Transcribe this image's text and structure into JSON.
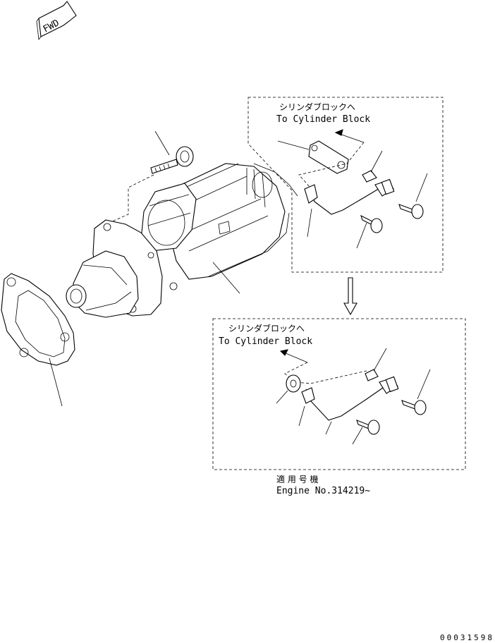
{
  "fwd_label": "FWD",
  "detail_top": {
    "jp_label": "シリンダブロックへ",
    "en_label": "To Cylinder Block"
  },
  "detail_bottom": {
    "jp_label": "シリンダブロックへ",
    "en_label": "To Cylinder Block"
  },
  "applicable": {
    "jp_label": "適 用 号 機",
    "engine_label": "Engine No.314219~"
  },
  "drawing_code": "00031598"
}
